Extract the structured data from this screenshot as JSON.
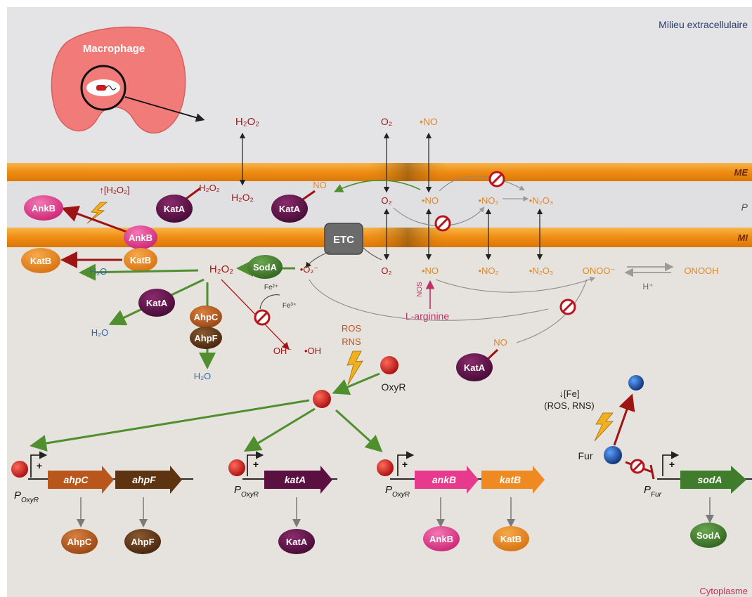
{
  "regions": {
    "extracellular": "Milieu extracellulaire",
    "outer_membrane": "ME",
    "periplasm": "P",
    "inner_membrane": "MI",
    "cytoplasm": "Cytoplasme"
  },
  "macrophage": {
    "label": "Macrophage"
  },
  "stress": {
    "h2o2_up": "↑[H₂O₂]",
    "ros": "ROS",
    "rns": "RNS",
    "fe_down": "↓[Fe]",
    "ros_rns_paren": "(ROS, RNS)"
  },
  "species": {
    "h2o2": "H₂O₂",
    "o2": "O₂",
    "no": "•NO",
    "no2": "•NO₂",
    "n2o3": "•N₂O₃",
    "superoxide": "•O₂⁻",
    "onoo": "ONOO⁻",
    "onooh": "ONOOH",
    "h_plus": "H⁺",
    "h2o": "H₂O",
    "oh_minus": "OH⁻",
    "oh_rad": "•OH",
    "fe2": "Fe²⁺",
    "fe3": "Fe³⁺",
    "no_plain": "NO",
    "nos": "NOS",
    "l_arginine": "L-arginine"
  },
  "complexes": {
    "etc": "ETC"
  },
  "enzymes": {
    "ankb": "AnkB",
    "katb": "KatB",
    "kata": "KatA",
    "soda": "SodA",
    "ahpc": "AhpC",
    "ahpf": "AhpF"
  },
  "regulators": {
    "oxyr": "OxyR",
    "fur": "Fur"
  },
  "genes": {
    "ahpc": "ahpC",
    "ahpf": "ahpF",
    "kata": "katA",
    "ankb": "ankB",
    "katb": "katB",
    "soda": "sodA"
  },
  "promoters": {
    "oxyr": "P",
    "oxyr_sub": "OxyR",
    "fur": "P",
    "fur_sub": "Fur",
    "plus": "+"
  },
  "colors": {
    "membrane": "#f29a1c",
    "ankb": "#e83a8c",
    "katb": "#ef8a22",
    "kata": "#5a1142",
    "soda": "#3f7d2c",
    "ahpc": "#b8561c",
    "ahpf": "#5e3312",
    "oxyr": "#c81e1e",
    "fur": "#1e4f9c",
    "green_arrow": "#4f8f2e",
    "red_arrow": "#9e1414"
  }
}
